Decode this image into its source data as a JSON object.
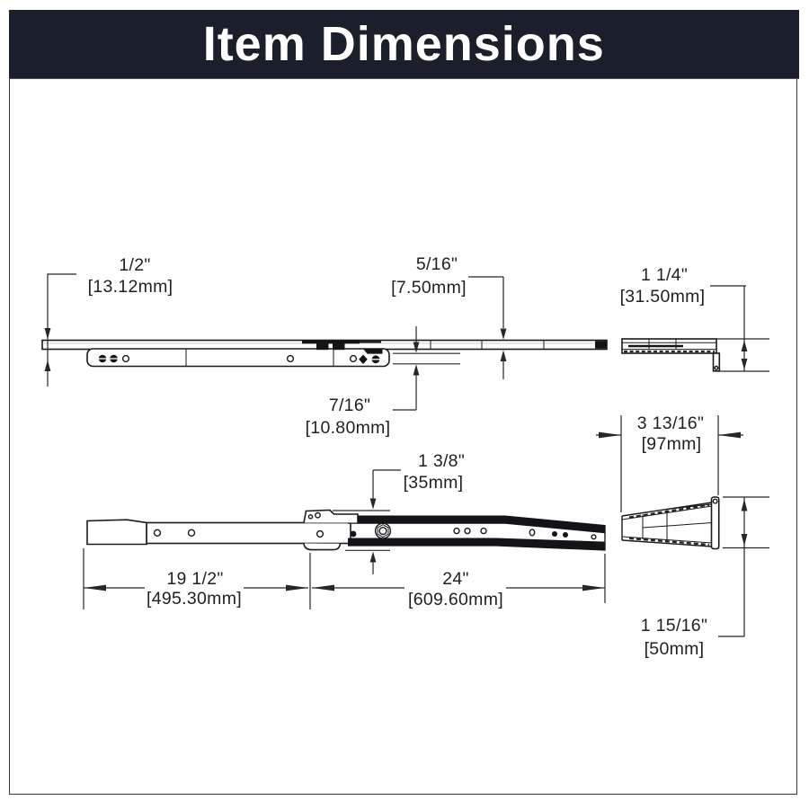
{
  "header": {
    "title": "Item Dimensions"
  },
  "theme": {
    "header_bg": "#1b1e2b",
    "header_text": "#ffffff",
    "line_color": "#1a1a1a",
    "frame_border": "#3a3a3a"
  },
  "dimensions": {
    "closed_height": {
      "inch": "1/2\"",
      "mm": "[13.12mm]"
    },
    "rail_thickness": {
      "inch": "5/16\"",
      "mm": "[7.50mm]"
    },
    "member_height": {
      "inch": "7/16\"",
      "mm": "[10.80mm]"
    },
    "end_profile_closed_height": {
      "inch": "1 1/4\"",
      "mm": "[31.50mm]"
    },
    "connector_height": {
      "inch": "1 3/8\"",
      "mm": "[35mm]"
    },
    "rear_section_length": {
      "inch": "19 1/2\"",
      "mm": "[495.30mm]"
    },
    "slide_length": {
      "inch": "24\"",
      "mm": "[609.60mm]"
    },
    "end_profile_width": {
      "inch": "3 13/16\"",
      "mm": "[97mm]"
    },
    "end_profile_extended_height": {
      "inch": "1 15/16\"",
      "mm": "[50mm]"
    }
  }
}
